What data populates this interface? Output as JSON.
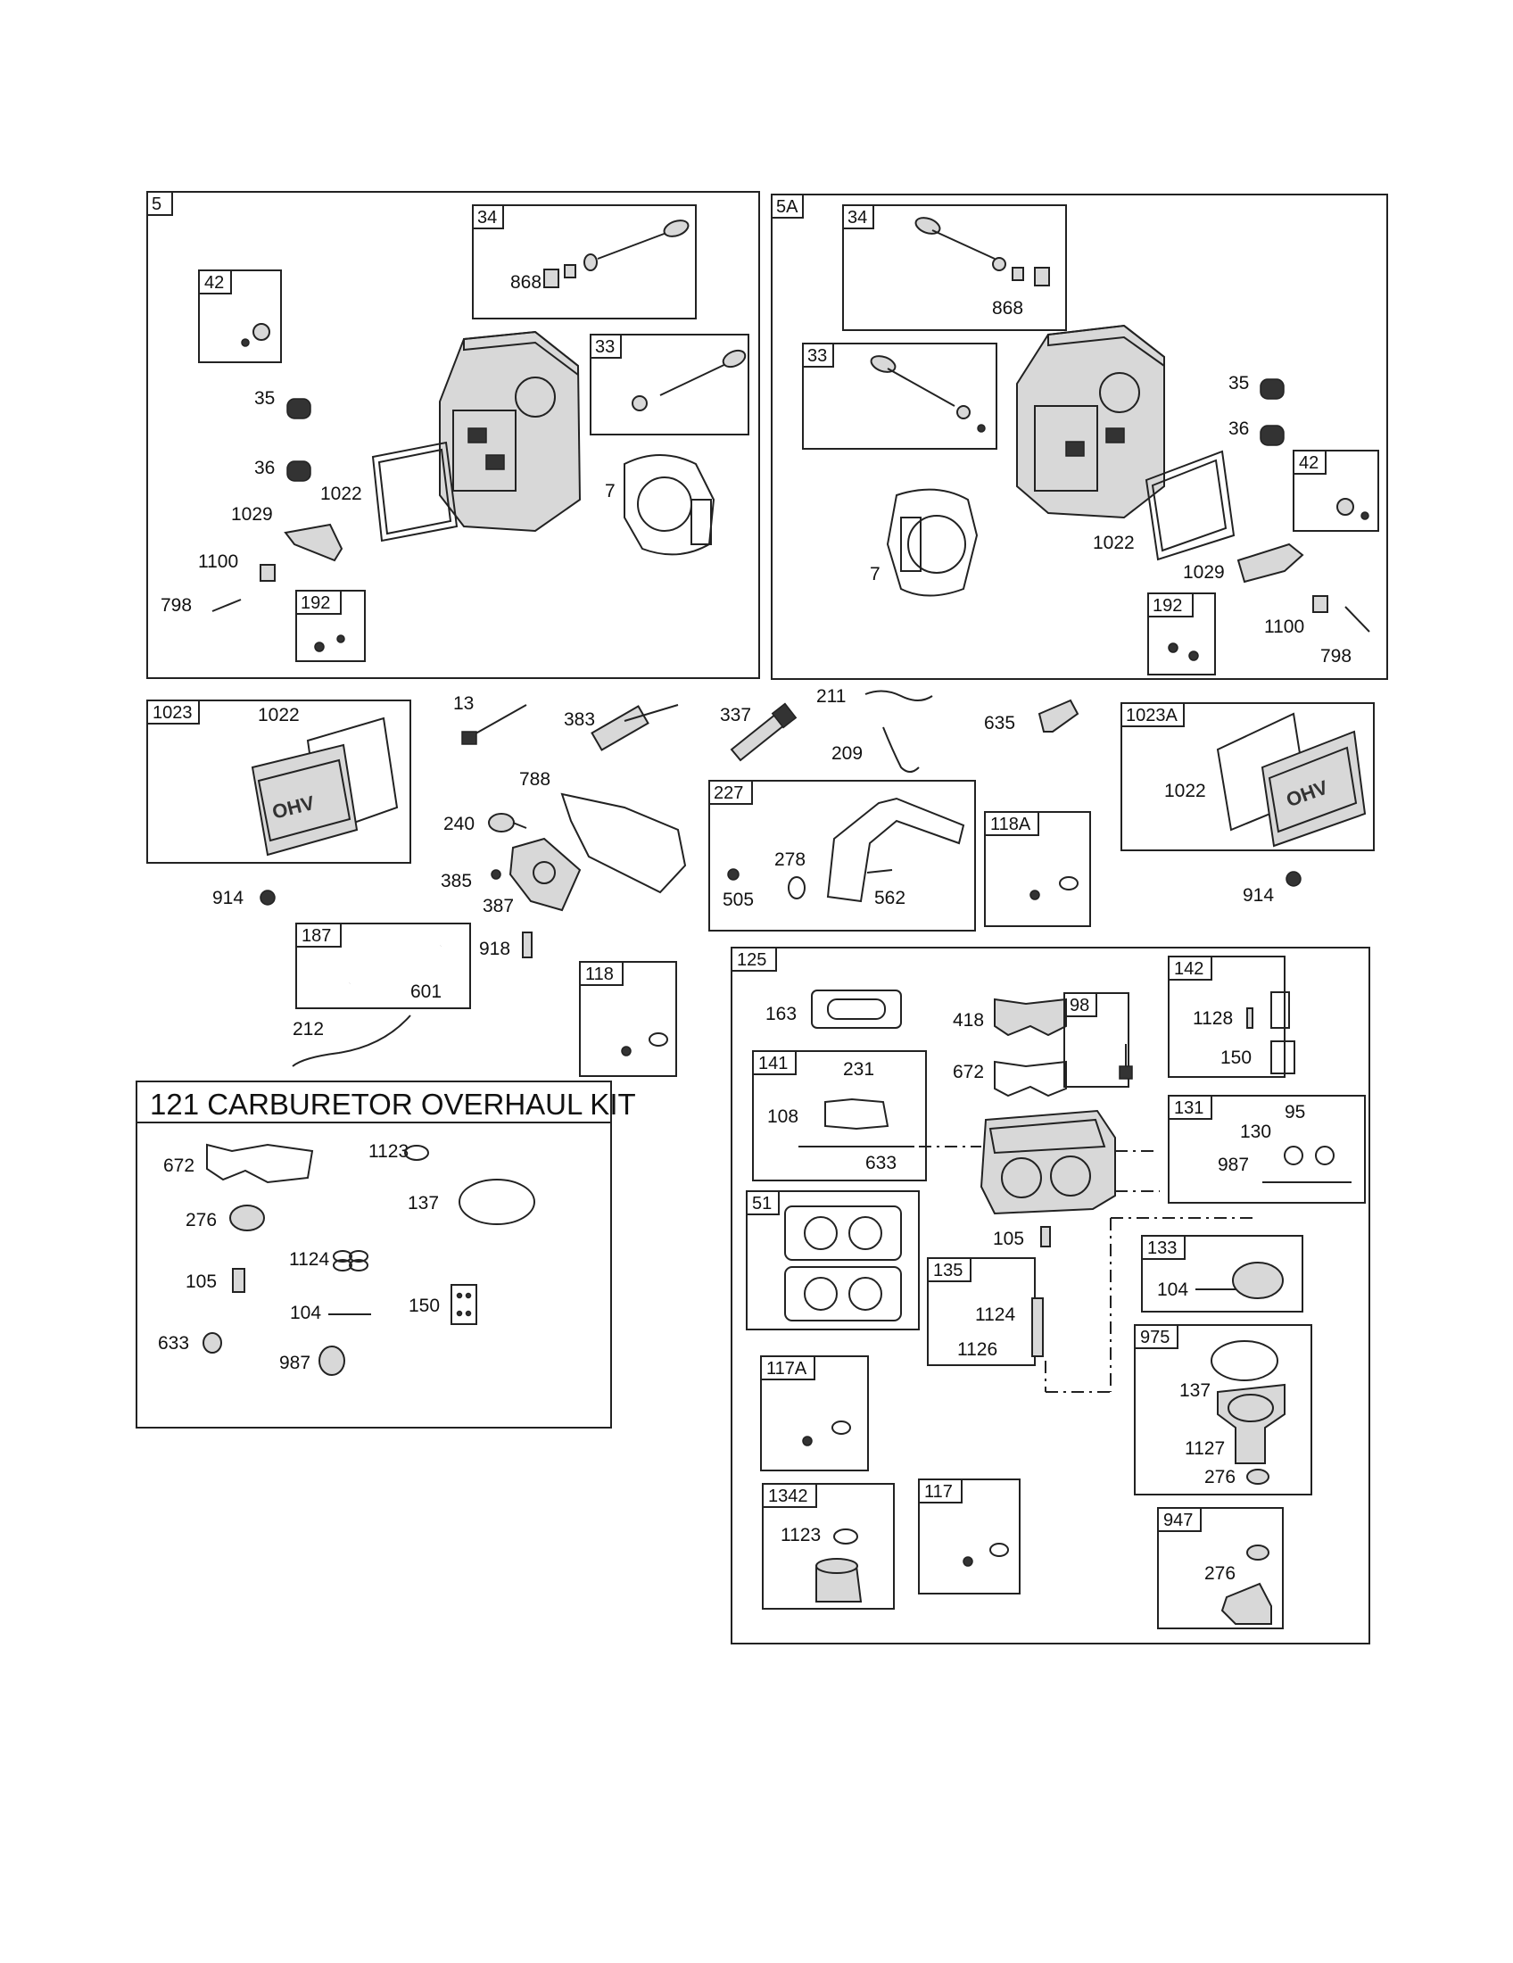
{
  "groups": {
    "g5": {
      "tag": "5"
    },
    "g5a": {
      "tag": "5A"
    },
    "g1023": {
      "tag": "1023"
    },
    "g1023a": {
      "tag": "1023A"
    },
    "g187": {
      "tag": "187"
    },
    "g118": {
      "tag": "118"
    },
    "g227": {
      "tag": "227"
    },
    "g118a": {
      "tag": "118A"
    },
    "g125": {
      "tag": "125"
    },
    "g121": {
      "title": "121 CARBURETOR OVERHAUL KIT"
    }
  },
  "subgroups": {
    "s5_34": "34",
    "s5_42": "42",
    "s5_33": "33",
    "s5_192": "192",
    "s5a_34": "34",
    "s5a_33": "33",
    "s5a_42": "42",
    "s5a_192": "192",
    "s141": "141",
    "s51": "51",
    "s98": "98",
    "s142": "142",
    "s131": "131",
    "s133": "133",
    "s135": "135",
    "s975": "975",
    "s117a": "117A",
    "s1342": "1342",
    "s117": "117",
    "s947": "947"
  },
  "labels": {
    "g5_868": "868",
    "g5_35": "35",
    "g5_36": "36",
    "g5_1022": "1022",
    "g5_1029": "1029",
    "g5_1100": "1100",
    "g5_798": "798",
    "g5_7": "7",
    "g5a_868": "868",
    "g5a_35": "35",
    "g5a_36": "36",
    "g5a_1022": "1022",
    "g5a_7": "7",
    "g5a_1029": "1029",
    "g5a_1100": "1100",
    "g5a_798": "798",
    "g1023_1022": "1022",
    "p914a": "914",
    "p13": "13",
    "p383": "383",
    "p788": "788",
    "p240": "240",
    "p385": "385",
    "p387": "387",
    "p918": "918",
    "p601": "601",
    "p212": "212",
    "p337": "337",
    "p211": "211",
    "p209": "209",
    "p635": "635",
    "p278": "278",
    "p505": "505",
    "p562": "562",
    "g1023a_1022": "1022",
    "p914b": "914",
    "k672": "672",
    "k1123": "1123",
    "k276": "276",
    "k137": "137",
    "k105": "105",
    "k1124": "1124",
    "k104": "104",
    "k150": "150",
    "k633": "633",
    "k987": "987",
    "c163": "163",
    "c418": "418",
    "c672": "672",
    "c1128": "1128",
    "c150": "150",
    "c231": "231",
    "c108": "108",
    "c633": "633",
    "c130": "130",
    "c95": "95",
    "c987": "987",
    "c105": "105",
    "c104": "104",
    "c1124": "1124",
    "c1126": "1126",
    "c137": "137",
    "c1127": "1127",
    "c276a": "276",
    "c1123": "1123",
    "c276b": "276"
  }
}
